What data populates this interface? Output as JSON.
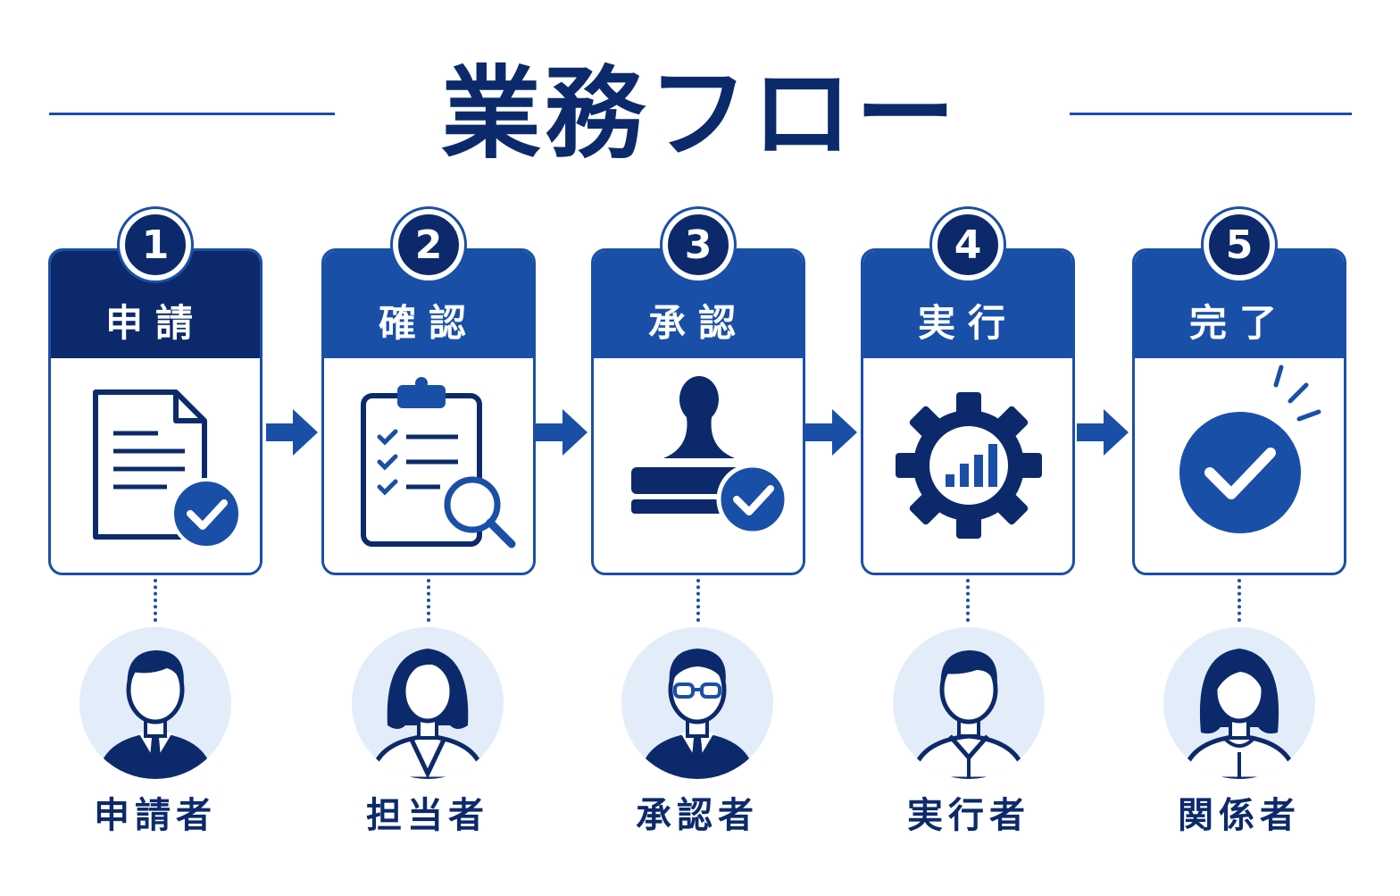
{
  "title": "業務フロー",
  "colors": {
    "navy": "#0c2a6b",
    "blue": "#1a4fa8",
    "pale": "#e3edfa"
  },
  "steps": [
    {
      "number": "1",
      "label": "申請",
      "icon": "document-check-icon",
      "role": "申請者",
      "avatar": "man-suit-avatar"
    },
    {
      "number": "2",
      "label": "確認",
      "icon": "clipboard-search-icon",
      "role": "担当者",
      "avatar": "woman-suit-avatar"
    },
    {
      "number": "3",
      "label": "承認",
      "icon": "stamp-check-icon",
      "role": "承認者",
      "avatar": "man-glasses-avatar"
    },
    {
      "number": "4",
      "label": "実行",
      "icon": "gear-chart-icon",
      "role": "実行者",
      "avatar": "man-casual-avatar"
    },
    {
      "number": "5",
      "label": "完了",
      "icon": "check-circle-icon",
      "role": "関係者",
      "avatar": "woman-casual-avatar"
    }
  ]
}
